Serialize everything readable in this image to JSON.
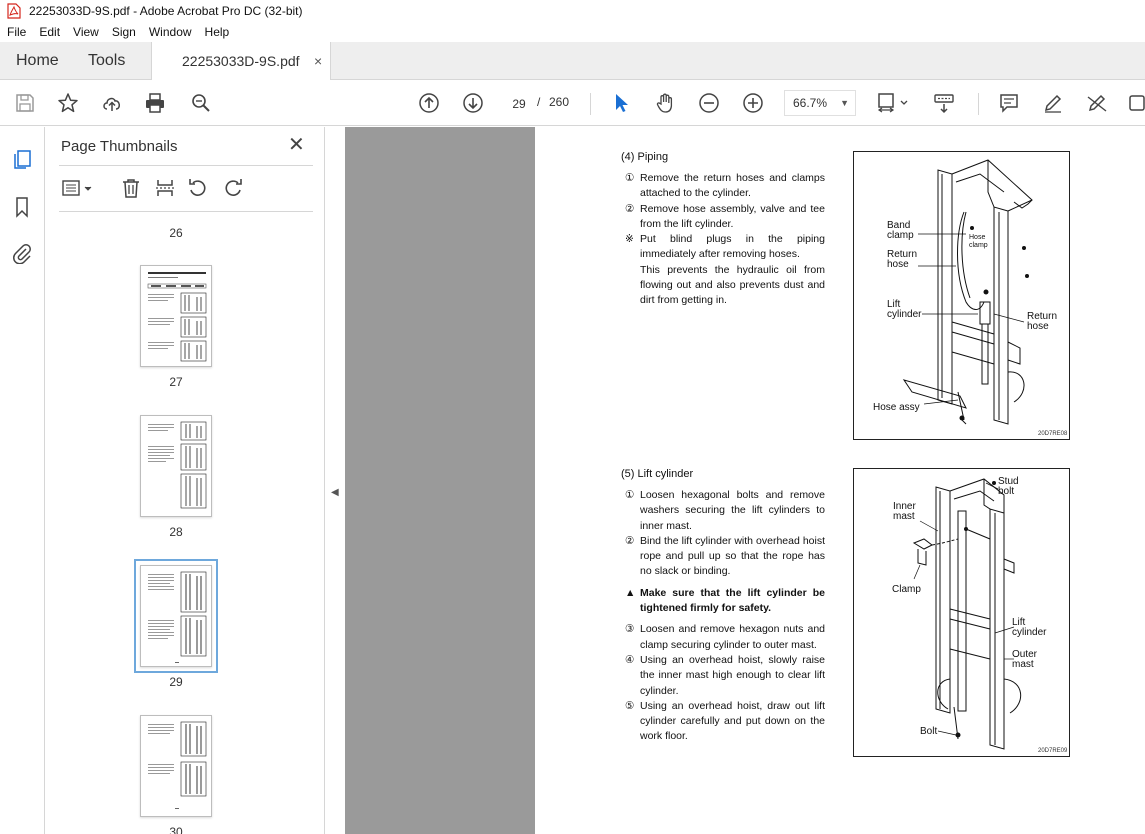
{
  "window": {
    "title": "22253033D-9S.pdf - Adobe Acrobat Pro DC (32-bit)"
  },
  "menu": [
    "File",
    "Edit",
    "View",
    "Sign",
    "Window",
    "Help"
  ],
  "tabs": {
    "home": "Home",
    "tools": "Tools",
    "document": "22253033D-9S.pdf",
    "close_glyph": "×"
  },
  "toolbar": {
    "page_current": "29",
    "page_sep": "/",
    "page_total": "260",
    "zoom": "66.7%"
  },
  "panel": {
    "title": "Page Thumbnails",
    "close_glyph": "✕",
    "thumbnails": [
      {
        "label": "26"
      },
      {
        "label": "27"
      },
      {
        "label": "28"
      },
      {
        "label": "29",
        "selected": true
      },
      {
        "label": "30"
      }
    ]
  },
  "page": {
    "piping": {
      "title": "(4) Piping",
      "steps": [
        {
          "mark": "①",
          "text": "Remove the return hoses and clamps attached to the cylinder."
        },
        {
          "mark": "②",
          "text": "Remove hose assembly, valve and tee from the lift cylinder."
        },
        {
          "mark": "※",
          "text": "Put blind plugs in the piping immediately after removing hoses."
        },
        {
          "mark": "",
          "text": "This prevents the hydraulic oil from flowing out and also prevents dust and dirt from getting in."
        }
      ],
      "figure": {
        "band_clamp": "Band\nclamp",
        "hose_clamp": "Hose\nclamp",
        "return_hose_left": "Return\nhose",
        "lift_cylinder": "Lift\ncylinder",
        "return_hose_right": "Return\nhose",
        "hose_assy": "Hose assy",
        "code": "20D7RE08"
      }
    },
    "lift_cylinder": {
      "title": "(5) Lift cylinder",
      "steps": [
        {
          "mark": "①",
          "text": "Loosen hexagonal bolts and remove washers securing the lift cylinders to inner mast."
        },
        {
          "mark": "②",
          "text": "Bind the lift cylinder with overhead hoist rope and pull up so that the rope has no slack or binding."
        },
        {
          "mark": "▲",
          "text": "Make sure that the lift cylinder be tightened firmly for safety.",
          "warn": true
        },
        {
          "mark": "③",
          "text": "Loosen and remove hexagon nuts and clamp securing cylinder to outer mast."
        },
        {
          "mark": "④",
          "text": "Using an overhead hoist, slowly raise the inner mast high enough to clear lift cylinder."
        },
        {
          "mark": "⑤",
          "text": "Using an overhead hoist, draw out lift cylinder carefully and put down on the work floor."
        }
      ],
      "figure": {
        "stud_bolt": "Stud\nbolt",
        "inner_mast": "Inner\nmast",
        "clamp": "Clamp",
        "lift_cylinder": "Lift\ncylinder",
        "outer_mast": "Outer\nmast",
        "bolt": "Bolt",
        "code": "20D7RE09"
      }
    }
  }
}
